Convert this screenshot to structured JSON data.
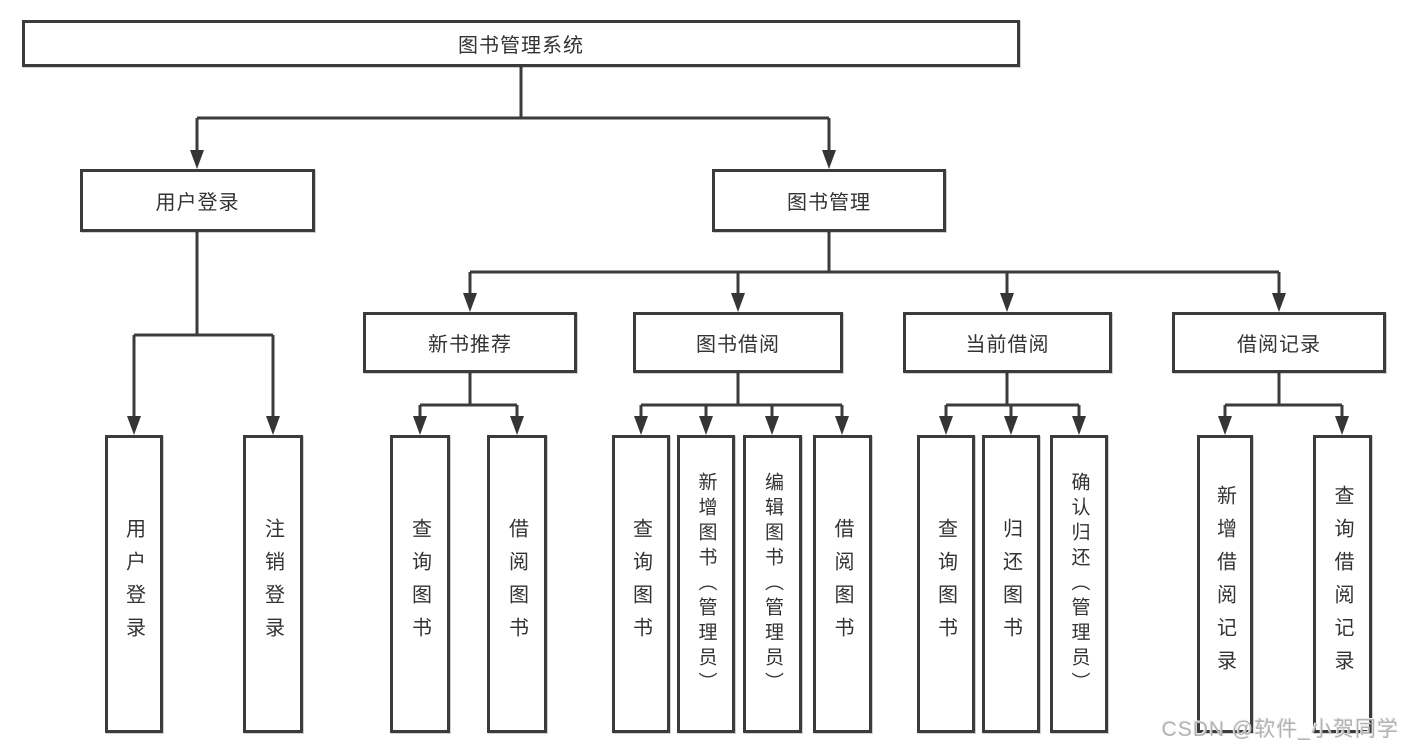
{
  "tree": {
    "root": "图书管理系统",
    "branches": [
      {
        "label": "用户登录",
        "children": [
          "用户登录",
          "注销登录"
        ]
      },
      {
        "label": "图书管理",
        "sections": [
          {
            "label": "新书推荐",
            "children": [
              "查询图书",
              "借阅图书"
            ]
          },
          {
            "label": "图书借阅",
            "children": [
              "查询图书",
              "新增图书（管理员）",
              "编辑图书（管理员）",
              "借阅图书"
            ]
          },
          {
            "label": "当前借阅",
            "children": [
              "查询图书",
              "归还图书",
              "确认归还（管理员）"
            ]
          },
          {
            "label": "借阅记录",
            "children": [
              "新增借阅记录",
              "查询借阅记录"
            ]
          }
        ]
      }
    ]
  },
  "watermark": {
    "text": "CSDN @软件_小贺同学"
  },
  "colors": {
    "line": "#3b3b3b",
    "text": "#333333",
    "background": "#ffffff",
    "watermark": "#b3b3b3"
  }
}
